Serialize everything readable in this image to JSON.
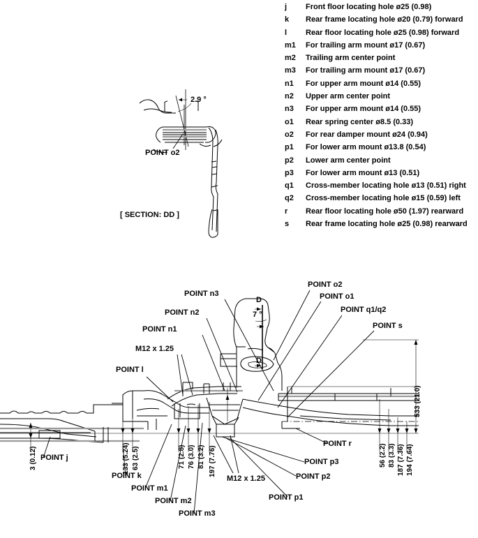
{
  "legend": {
    "items": [
      {
        "key": "j",
        "desc": "Front floor locating hole ø25 (0.98)"
      },
      {
        "key": "k",
        "desc": "Rear frame locating hole ø20 (0.79) forward"
      },
      {
        "key": "l",
        "desc": "Rear floor locating hole ø25 (0.98) forward"
      },
      {
        "key": "m1",
        "desc": "For trailing arm mount ø17 (0.67)"
      },
      {
        "key": "m2",
        "desc": "Trailing arm center point"
      },
      {
        "key": "m3",
        "desc": "For trailing arm mount ø17 (0.67)"
      },
      {
        "key": "n1",
        "desc": "For upper arm mount ø14 (0.55)"
      },
      {
        "key": "n2",
        "desc": "Upper arm center point"
      },
      {
        "key": "n3",
        "desc": "For upper arm mount ø14 (0.55)"
      },
      {
        "key": "o1",
        "desc": "Rear spring center ø8.5 (0.33)"
      },
      {
        "key": "o2",
        "desc": "For rear damper mount ø24 (0.94)"
      },
      {
        "key": "p1",
        "desc": "For lower arm mount ø13.8 (0.54)"
      },
      {
        "key": "p2",
        "desc": "Lower arm center point"
      },
      {
        "key": "p3",
        "desc": "For lower arm mount ø13 (0.51)"
      },
      {
        "key": "q1",
        "desc": "Cross-member locating hole ø13 (0.51) right"
      },
      {
        "key": "q2",
        "desc": "Cross-member locating hole ø15 (0.59) left"
      },
      {
        "key": "r",
        "desc": "Rear floor locating hole ø50 (1.97) rearward"
      },
      {
        "key": "s",
        "desc": "Rear frame locating hole ø25 (0.98) rearward"
      }
    ]
  },
  "section_detail": {
    "title": "[ SECTION: DD ]",
    "angle": "2.9 °",
    "point_label": "POINT o2"
  },
  "main_view": {
    "section_marks": {
      "angle": "7 °",
      "top": "D",
      "bottom": "D"
    },
    "thread_note_left": "M12 x 1.25",
    "thread_note_center": "M12 x 1.25",
    "point_labels": {
      "l": "POINT l",
      "n1": "POINT n1",
      "n2": "POINT n2",
      "n3": "POINT n3",
      "o1": "POINT o1",
      "o2": "POINT o2",
      "q": "POINT q1/q2",
      "s": "POINT s",
      "j": "POINT j",
      "k": "POINT k",
      "m1": "POINT m1",
      "m2": "POINT m2",
      "m3": "POINT m3",
      "p1": "POINT p1",
      "p2": "POINT p2",
      "p3": "POINT p3",
      "r": "POINT r"
    },
    "dimensions": {
      "d_3": "3 (0.12)",
      "d_133": "133 (5.24)",
      "d_63": "63 (2.5)",
      "d_71": "71 (2.8)",
      "d_76": "76 (3.0)",
      "d_81": "81 (3.2)",
      "d_197": "197 (7.76)",
      "d_56": "56 (2.2)",
      "d_83": "83 (3.3)",
      "d_187": "187 (7.36)",
      "d_194": "194 (7.64)",
      "d_533": "533 (21.0)"
    }
  }
}
